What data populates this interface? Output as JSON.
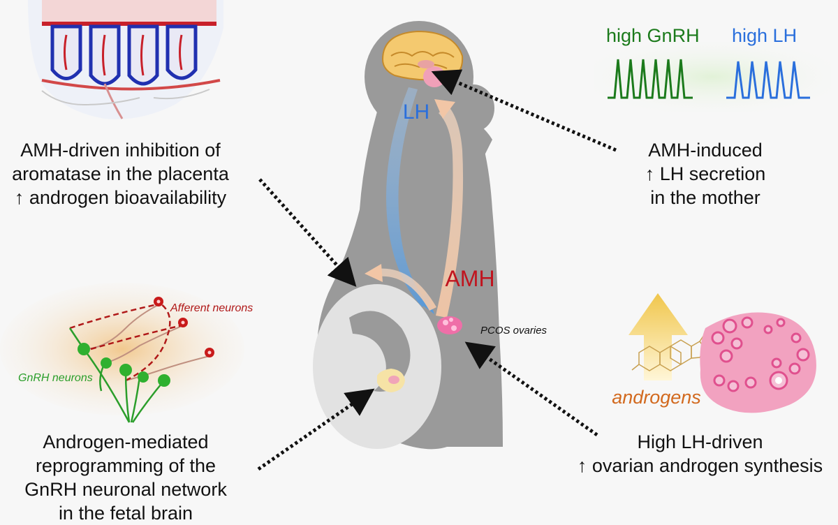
{
  "labels": {
    "lh_arrow": "LH",
    "amh_arrow": "AMH",
    "pcos_ovaries": "PCOS ovaries",
    "high_gnrh": "high GnRH",
    "high_lh": "high LH",
    "afferent_neurons": "Afferent neurons",
    "gnrh_neurons": "GnRH neurons",
    "androgens": "androgens"
  },
  "captions": {
    "placenta": [
      "AMH-driven inhibition of",
      "aromatase in the placenta",
      "↑ androgen bioavailability"
    ],
    "mother": [
      "AMH-induced",
      "↑ LH secretion",
      "in the mother"
    ],
    "fetal": [
      "Androgen-mediated",
      "reprogramming of the",
      "GnRH neuronal network",
      "in the fetal brain"
    ],
    "ovarian": [
      "High LH-driven",
      "↑ ovarian androgen synthesis"
    ]
  },
  "colors": {
    "gnrh_green": "#1b7a1b",
    "lh_blue": "#2a6fdc",
    "amh_red": "#c0141e",
    "androgens_orange": "#d2691e",
    "silhouette_gray": "#9a9a9a",
    "fetus_light": "#e2e2e2",
    "afferent_red": "#b01818"
  }
}
